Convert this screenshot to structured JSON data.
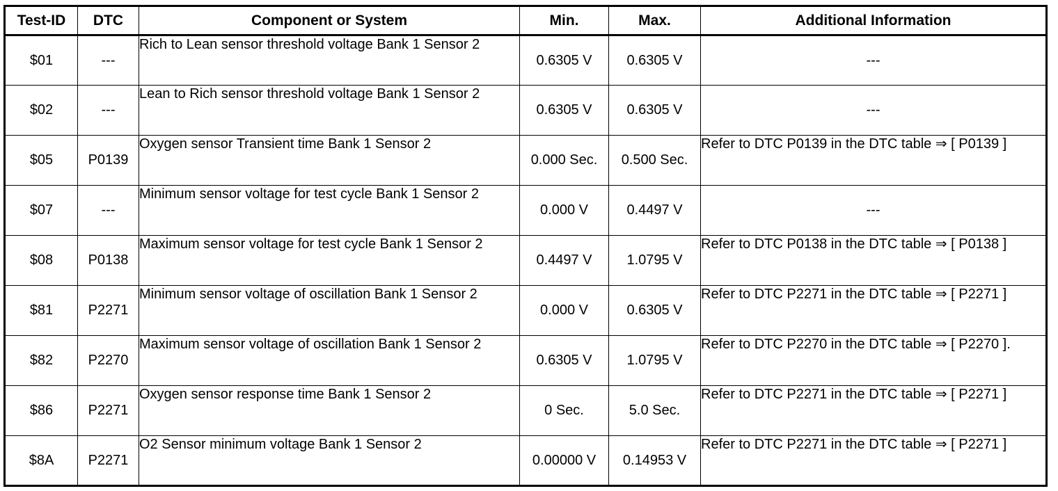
{
  "table": {
    "name": "obd-test-results-table",
    "columns": [
      {
        "key": "test_id",
        "label": "Test-ID"
      },
      {
        "key": "dtc",
        "label": "DTC"
      },
      {
        "key": "component",
        "label": "Component or System"
      },
      {
        "key": "min",
        "label": "Min."
      },
      {
        "key": "max",
        "label": "Max."
      },
      {
        "key": "additional",
        "label": "Additional Information"
      }
    ],
    "rows": [
      {
        "test_id": "$01",
        "dtc": "---",
        "component": "Rich to Lean sensor threshold voltage Bank 1 Sensor 2",
        "min": "0.6305 V",
        "max": "0.6305 V",
        "additional": "---",
        "additional_centered": true
      },
      {
        "test_id": "$02",
        "dtc": "---",
        "component": "Lean to Rich sensor threshold voltage Bank 1 Sensor 2",
        "min": "0.6305 V",
        "max": "0.6305 V",
        "additional": "---",
        "additional_centered": true
      },
      {
        "test_id": "$05",
        "dtc": "P0139",
        "component": "Oxygen sensor Transient time Bank 1 Sensor 2",
        "min": "0.000 Sec.",
        "max": "0.500 Sec.",
        "additional": "Refer to DTC P0139 in the DTC table ⇒ [ P0139 ]",
        "additional_centered": false
      },
      {
        "test_id": "$07",
        "dtc": "---",
        "component": "Minimum sensor voltage for test cycle Bank 1 Sensor 2",
        "min": "0.000 V",
        "max": "0.4497 V",
        "additional": "---",
        "additional_centered": true
      },
      {
        "test_id": "$08",
        "dtc": "P0138",
        "component": "Maximum sensor voltage for test cycle Bank 1 Sensor 2",
        "min": "0.4497 V",
        "max": "1.0795 V",
        "additional": "Refer to DTC P0138 in the DTC table ⇒ [ P0138 ]",
        "additional_centered": false
      },
      {
        "test_id": "$81",
        "dtc": "P2271",
        "component": "Minimum sensor voltage of oscillation Bank 1 Sensor 2",
        "min": "0.000 V",
        "max": "0.6305 V",
        "additional": "Refer to DTC P2271 in the DTC table ⇒ [ P2271 ]",
        "additional_centered": false
      },
      {
        "test_id": "$82",
        "dtc": "P2270",
        "component": "Maximum sensor voltage of oscillation Bank 1 Sensor 2",
        "min": "0.6305 V",
        "max": "1.0795 V",
        "additional": "Refer to DTC P2270 in the DTC table ⇒ [ P2270 ].",
        "additional_centered": false
      },
      {
        "test_id": "$86",
        "dtc": "P2271",
        "component": "Oxygen sensor response time Bank 1 Sensor 2",
        "min": "0 Sec.",
        "max": "5.0 Sec.",
        "additional": "Refer to DTC P2271 in the DTC table ⇒ [ P2271 ]",
        "additional_centered": false
      },
      {
        "test_id": "$8A",
        "dtc": "P2271",
        "component": "O2 Sensor minimum voltage Bank 1 Sensor 2",
        "min": "0.00000 V",
        "max": "0.14953 V",
        "additional": "Refer to DTC P2271 in the DTC table ⇒ [ P2271 ]",
        "additional_centered": false
      }
    ]
  },
  "style": {
    "text_color": "#000000",
    "border_color": "#000000",
    "background": "#ffffff"
  }
}
